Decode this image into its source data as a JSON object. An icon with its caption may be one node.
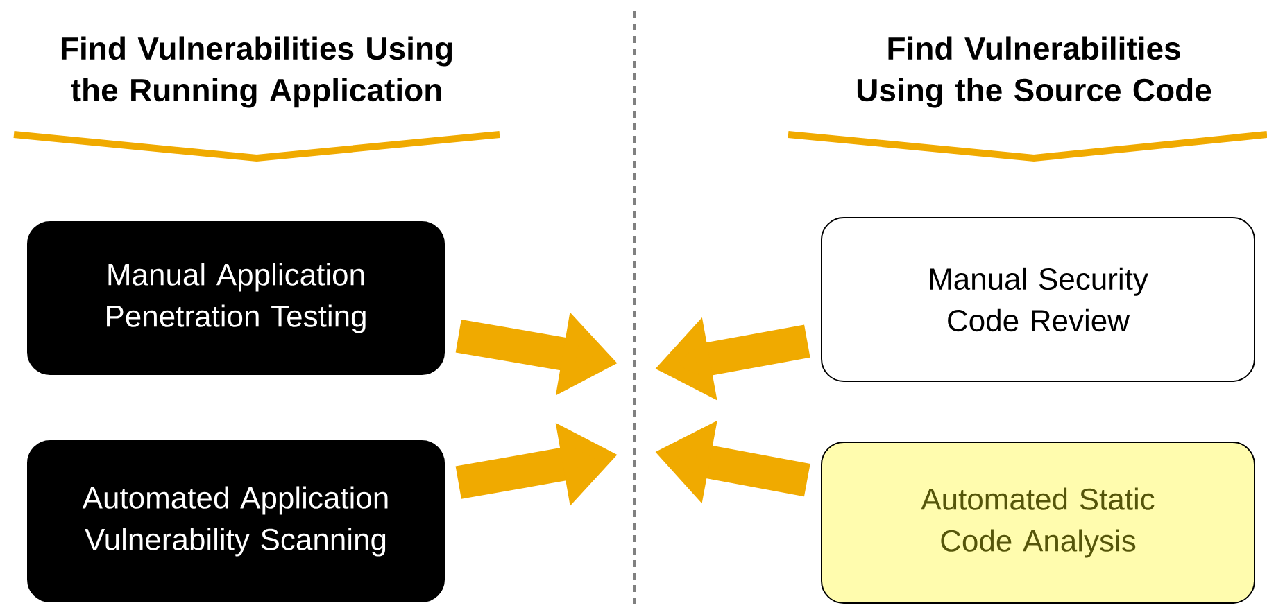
{
  "diagram": {
    "nodes": [
      {
        "text": [
          "Manual Application Penetration Testing"
        ]
      },
      {
        "text": [
          "Automated Application Vulnerability Scanning"
        ]
      },
      {
        "text": [
          "Manual Security Code Review"
        ]
      },
      {
        "text": [
          "Automated Static Code Analysis"
        ]
      }
    ],
    "edges": [
      {
        "from": 0,
        "to": null,
        "arrow": "to",
        "color": "#f0aa00"
      },
      {
        "from": 1,
        "to": null,
        "arrow": "to",
        "color": "#f0aa00"
      },
      {
        "from": 2,
        "to": null,
        "arrow": "to",
        "color": "#f0aa00"
      },
      {
        "from": 3,
        "to": null,
        "arrow": "to",
        "color": "#f0aa00"
      }
    ],
    "labels": [
      "Find Vulnerabilities Using the Running Application",
      "Find Vulnerabilities Using the Source Code"
    ]
  }
}
